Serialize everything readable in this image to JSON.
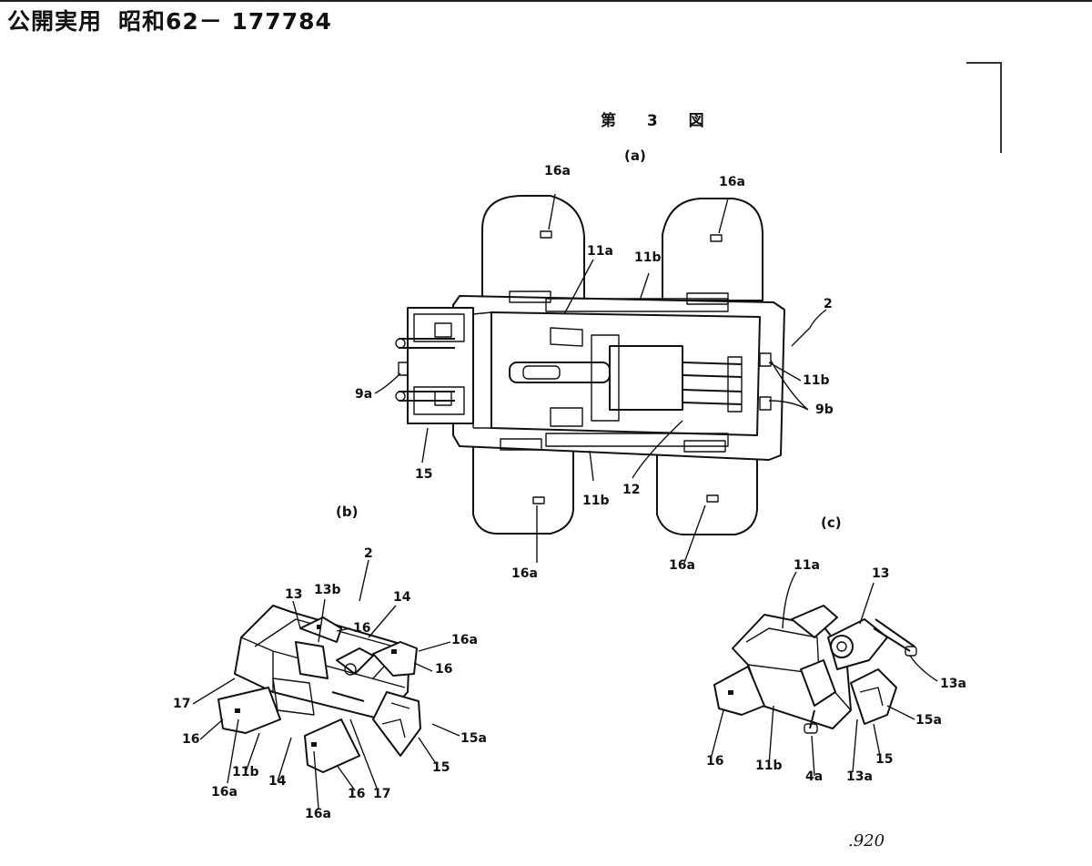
{
  "header": {
    "title": "公開実用",
    "number": "昭和62－ 177784"
  },
  "figure": {
    "title": "第 3 図",
    "panels": {
      "a": "(a)",
      "b": "(b)",
      "c": "(c)"
    }
  },
  "labels_a": {
    "l1": "16a",
    "l2": "16a",
    "l3": "11a",
    "l4": "11b",
    "l5": "2",
    "l6": "11b",
    "l7": "9b",
    "l8": "9a",
    "l9": "15",
    "l10": "12",
    "l11": "11b",
    "l12": "16a",
    "l13": "16a"
  },
  "labels_b": {
    "l1": "2",
    "l2": "13",
    "l3": "13b",
    "l4": "14",
    "l5": "16",
    "l6": "16a",
    "l7": "16",
    "l8": "17",
    "l9": "16",
    "l10": "15a",
    "l11": "15",
    "l12": "11b",
    "l13": "14",
    "l14": "16a",
    "l15": "16",
    "l16": "17",
    "l17": "16a"
  },
  "labels_c": {
    "l1": "11a",
    "l2": "13",
    "l3": "13a",
    "l4": "15a",
    "l5": "16",
    "l6": "11b",
    "l7": "4a",
    "l8": "13a",
    "l9": "15"
  },
  "page_number": ".920"
}
